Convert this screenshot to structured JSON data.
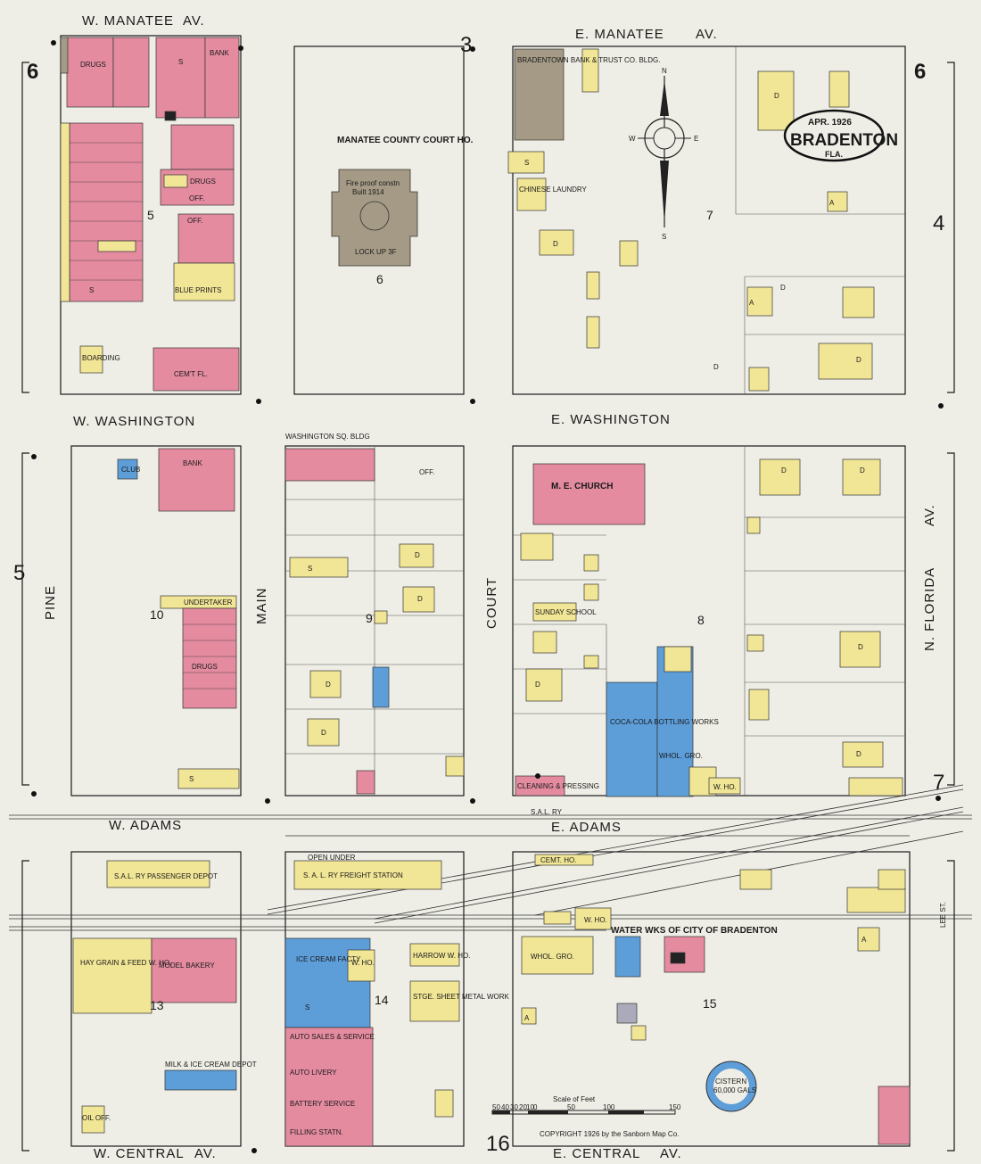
{
  "map": {
    "title": "BRADENTON",
    "date": "APR. 1926",
    "state": "FLA.",
    "sheet_number": "6",
    "adjacent_sheets": [
      "3",
      "4",
      "5",
      "7",
      "16"
    ],
    "scale_label": "Scale of Feet",
    "scale_ticks": [
      "50",
      "40",
      "30",
      "20",
      "10",
      "0",
      "50",
      "100",
      "150"
    ],
    "copyright": "COPYRIGHT 1926 by the Sanborn Map Co.",
    "compass": [
      "N",
      "S",
      "E",
      "W"
    ]
  },
  "streets": {
    "w_manatee": "W. MANATEE",
    "e_manatee": "E. MANATEE",
    "av": "AV.",
    "w_washington": "W. WASHINGTON",
    "e_washington": "E. WASHINGTON",
    "w_adams": "W. ADAMS",
    "e_adams": "E. ADAMS",
    "w_central": "W. CENTRAL",
    "e_central": "E. CENTRAL",
    "pine": "PINE",
    "main": "MAIN",
    "court": "COURT",
    "n_florida": "N. FLORIDA",
    "lee_st": "LEE ST."
  },
  "blocks": [
    "5",
    "6",
    "7",
    "8",
    "9",
    "10",
    "13",
    "14",
    "15"
  ],
  "labels": {
    "court_house": "MANATEE COUNTY COURT HO.",
    "court_house_note1": "Fire proof constn",
    "court_house_note2": "Built 1914",
    "court_house_note3": "LOCK UP 3F",
    "bank_trust": "BRADENTOWN BANK & TRUST CO. BLDG.",
    "bank": "BANK",
    "washington_sq": "WASHINGTON SQ. BLDG",
    "me_church": "M. E. CHURCH",
    "coca_cola": "COCA-COLA BOTTLING WORKS",
    "whol_gro": "WHOL. GRO.",
    "sal_passenger": "S.A.L. RY PASSENGER DEPOT",
    "sal_freight": "S. A. L. RY FREIGHT STATION",
    "hay_grain": "HAY GRAIN & FEED W. HO.",
    "model_bakery": "MODEL BAKERY",
    "water_works": "WATER WKS OF CITY OF BRADENTON",
    "cistern": "CISTERN",
    "cistern_cap": "60,000 GALS",
    "auto_sales": "AUTO SALES & SERVICE",
    "auto_livery": "AUTO LIVERY",
    "battery": "BATTERY SERVICE",
    "filling": "FILLING STATN.",
    "harrow": "HARROW W. HO.",
    "sheet_metal": "STGE. SHEET METAL WORK",
    "undertaker": "UNDERTAKER",
    "drugs": "DRUGS",
    "sunday_school": "SUNDAY SCHOOL",
    "chinese_laundry": "CHINESE LAUNDRY",
    "ice_cream": "ICE CREAM FACTY",
    "milk_ice": "MILK & ICE CREAM DEPOT",
    "cement_ho": "CEMT. HO.",
    "oil_off": "OIL OFF.",
    "blue_prints": "BLUE PRINTS",
    "boarding": "BOARDING",
    "club": "CLUB",
    "cleaning": "CLEANING & PRESSING",
    "open_under": "OPEN UNDER",
    "sal_ry": "S.A.L. RY",
    "w_ho": "W. HO.",
    "d": "D",
    "s": "S",
    "off": "OFF.",
    "a": "A",
    "cem_fl": "CEM'T FL."
  },
  "legend_colors": {
    "brick": "#e48ba0",
    "frame": "#f1e596",
    "concrete_stone": "#5d9dd8",
    "fireproof": "#a49a85",
    "paper": "#efeee6"
  }
}
